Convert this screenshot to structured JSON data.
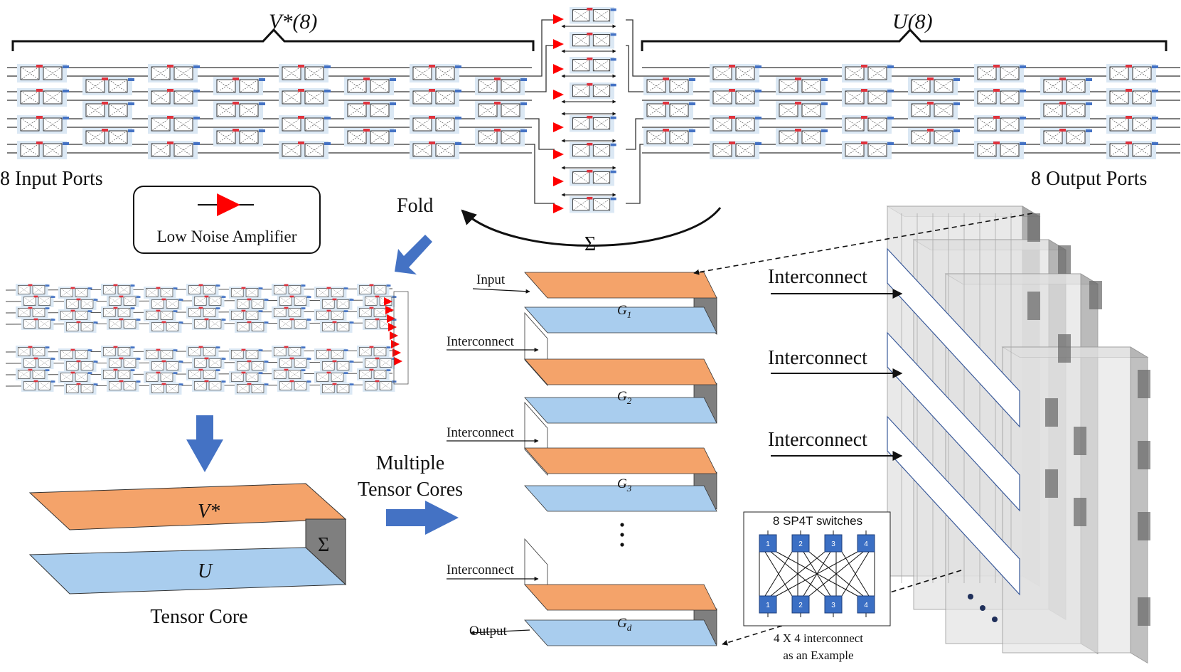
{
  "top": {
    "v_label": "V*(8)",
    "u_label": "U(8)",
    "input_ports": "8 Input Ports",
    "output_ports": "8 Output Ports",
    "lna_legend": "Low Noise Amplifier",
    "fold_label": "Fold",
    "sigma": "Σ"
  },
  "tensor_core": {
    "v": "V*",
    "u": "U",
    "sigma": "Σ",
    "caption": "Tensor Core"
  },
  "multiple_label": [
    "Multiple",
    "Tensor Cores"
  ],
  "stack": {
    "input": "Input",
    "output": "Output",
    "interconnect": "Interconnect",
    "gates": [
      "G1",
      "G2",
      "G3",
      "Gd"
    ]
  },
  "right3d": {
    "interconnect": "Interconnect"
  },
  "switch_box": {
    "title": "8 SP4T switches",
    "top_row": [
      "1",
      "2",
      "3",
      "4"
    ],
    "bottom_row": [
      "1",
      "2",
      "3",
      "4"
    ],
    "caption_line1": "4 X 4 interconnect",
    "caption_line2": "as an Example"
  },
  "colors": {
    "orange": "#f4a36a",
    "blue": "#a9cdee",
    "grey_side": "#808080",
    "arrow_blue": "#4472c4",
    "switch_blue": "#3b6fc4",
    "amp_red": "#ff0000"
  }
}
